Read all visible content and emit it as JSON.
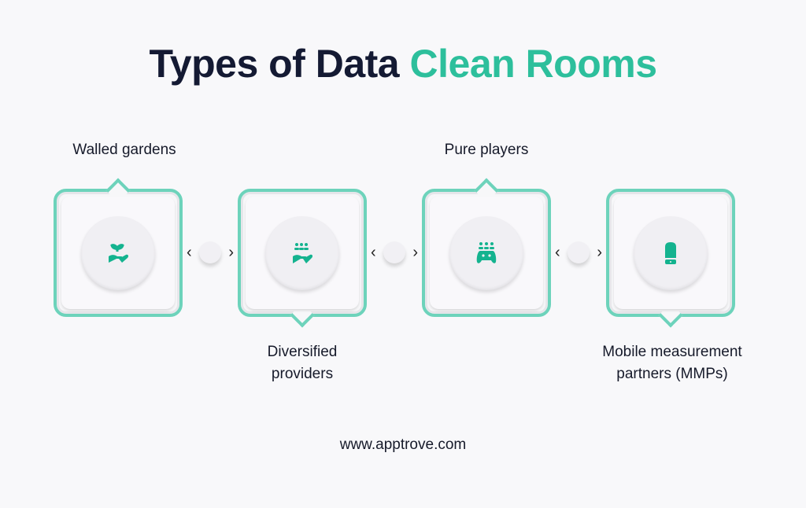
{
  "title": {
    "part1": "Types of Data",
    "part2": "Clean Rooms"
  },
  "colors": {
    "accent": "#2dbf9c",
    "border": "#6dd3bb",
    "title": "#141a33"
  },
  "types": [
    {
      "label": "Walled gardens",
      "icon": "plant-in-hand-icon"
    },
    {
      "label_line1": "Diversified",
      "label_line2": "providers",
      "icon": "people-in-hand-icon"
    },
    {
      "label": "Pure players",
      "icon": "gamepad-group-icon"
    },
    {
      "label_line1": "Mobile measurement",
      "label_line2": "partners (MMPs)",
      "icon": "mobile-phone-icon"
    }
  ],
  "connector": {
    "left": "‹",
    "right": "›"
  },
  "footer": "www.apptrove.com"
}
